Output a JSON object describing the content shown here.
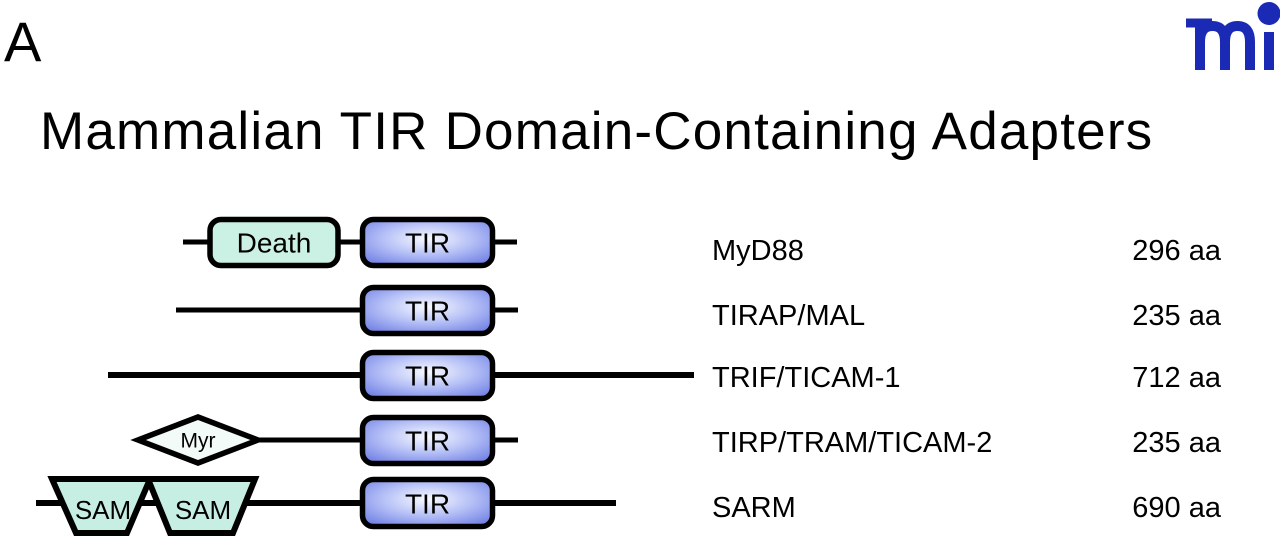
{
  "panel_label": "A",
  "title": "Mammalian TIR Domain-Containing Adapters",
  "logo": {
    "label": "mi",
    "color": "#1b2ab5"
  },
  "colors": {
    "outline": "#000000",
    "death_fill": "#cbf0e4",
    "sam_fill": "#c6eee2",
    "myr_fill": "#f2fbf7",
    "tir_center": "#f8faff",
    "tir_mid": "#b4bff6",
    "tir_edge": "#5c6ddf"
  },
  "rows": [
    {
      "name": "MyD88",
      "length": "296 aa",
      "domains": [
        {
          "type": "Death",
          "label": "Death"
        },
        {
          "type": "TIR",
          "label": "TIR"
        }
      ]
    },
    {
      "name": "TIRAP/MAL",
      "length": "235 aa",
      "domains": [
        {
          "type": "TIR",
          "label": "TIR"
        }
      ]
    },
    {
      "name": "TRIF/TICAM-1",
      "length": "712 aa",
      "domains": [
        {
          "type": "TIR",
          "label": "TIR"
        }
      ]
    },
    {
      "name": "TIRP/TRAM/TICAM-2",
      "length": "235 aa",
      "domains": [
        {
          "type": "Myr",
          "label": "Myr"
        },
        {
          "type": "TIR",
          "label": "TIR"
        }
      ]
    },
    {
      "name": "SARM",
      "length": "690 aa",
      "domains": [
        {
          "type": "SAM",
          "label": "SAM"
        },
        {
          "type": "SAM",
          "label": "SAM"
        },
        {
          "type": "TIR",
          "label": "TIR"
        }
      ]
    }
  ]
}
